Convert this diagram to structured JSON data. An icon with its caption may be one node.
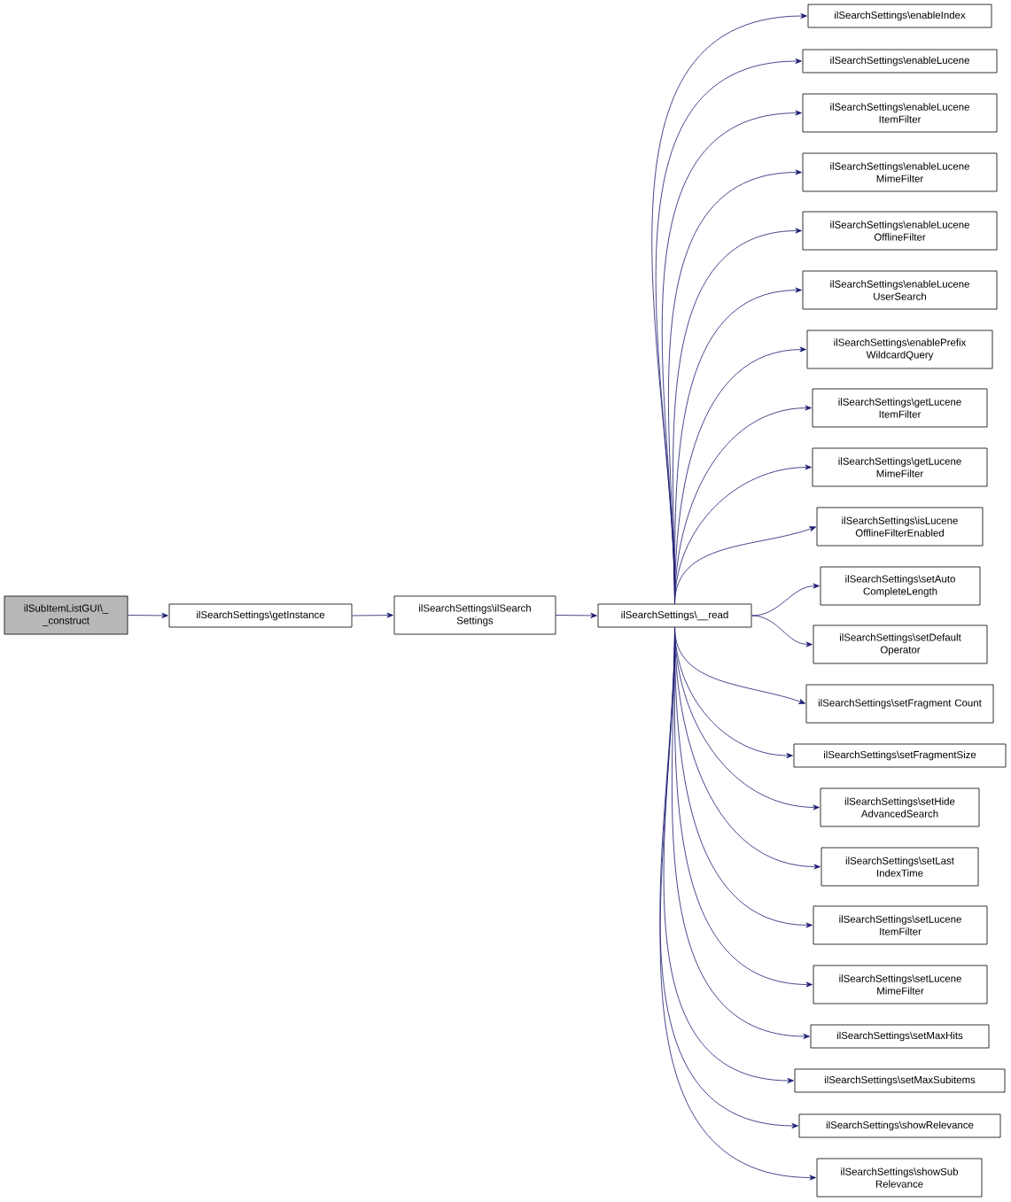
{
  "diagram": {
    "nodes": [
      {
        "text": [
          "ilSubItemListGUI\\_ _construct"
        ]
      },
      {
        "text": [
          "ilSearchSettings\\getInstance"
        ]
      },
      {
        "text": [
          "ilSearchSettings\\ilSearch Settings"
        ]
      },
      {
        "text": [
          "ilSearchSettings\\__read"
        ]
      },
      {
        "text": [
          "ilSearchSettings\\enableIndex"
        ]
      },
      {
        "text": [
          "ilSearchSettings\\enableLucene"
        ]
      },
      {
        "text": [
          "ilSearchSettings\\enableLucene ItemFilter"
        ]
      },
      {
        "text": [
          "ilSearchSettings\\enableLucene MimeFilter"
        ]
      },
      {
        "text": [
          "ilSearchSettings\\enableLucene OfflineFilter"
        ]
      },
      {
        "text": [
          "ilSearchSettings\\enableLucene UserSearch"
        ]
      },
      {
        "text": [
          "ilSearchSettings\\enablePrefix WildcardQuery"
        ]
      },
      {
        "text": [
          "ilSearchSettings\\getLucene ItemFilter"
        ]
      },
      {
        "text": [
          "ilSearchSettings\\getLucene MimeFilter"
        ]
      },
      {
        "text": [
          "ilSearchSettings\\isLucene OfflineFilterEnabled"
        ]
      },
      {
        "text": [
          "ilSearchSettings\\setAuto CompleteLength"
        ]
      },
      {
        "text": [
          "ilSearchSettings\\setDefault Operator"
        ]
      },
      {
        "text": [
          "ilSearchSettings\\setFragment Count"
        ]
      },
      {
        "text": [
          "ilSearchSettings\\setFragmentSize"
        ]
      },
      {
        "text": [
          "ilSearchSettings\\setHide AdvancedSearch"
        ]
      },
      {
        "text": [
          "ilSearchSettings\\setLast IndexTime"
        ]
      },
      {
        "text": [
          "ilSearchSettings\\setLucene ItemFilter"
        ]
      },
      {
        "text": [
          "ilSearchSettings\\setLucene MimeFilter"
        ]
      },
      {
        "text": [
          "ilSearchSettings\\setMaxHits"
        ]
      },
      {
        "text": [
          "ilSearchSettings\\setMaxSubitems"
        ]
      },
      {
        "text": [
          "ilSearchSettings\\showRelevance"
        ]
      },
      {
        "text": [
          "ilSearchSettings\\showSub Relevance"
        ]
      }
    ],
    "edges": [
      {
        "from": 0,
        "to": 1,
        "arrow": "to"
      },
      {
        "from": 1,
        "to": 2,
        "arrow": "to"
      },
      {
        "from": 2,
        "to": 3,
        "arrow": "to"
      },
      {
        "from": 3,
        "to": 4,
        "arrow": "to"
      },
      {
        "from": 3,
        "to": 5,
        "arrow": "to"
      },
      {
        "from": 3,
        "to": 6,
        "arrow": "to"
      },
      {
        "from": 3,
        "to": 7,
        "arrow": "to"
      },
      {
        "from": 3,
        "to": 8,
        "arrow": "to"
      },
      {
        "from": 3,
        "to": 9,
        "arrow": "to"
      },
      {
        "from": 3,
        "to": 10,
        "arrow": "to"
      },
      {
        "from": 3,
        "to": 11,
        "arrow": "to"
      },
      {
        "from": 3,
        "to": 12,
        "arrow": "to"
      },
      {
        "from": 3,
        "to": 13,
        "arrow": "to"
      },
      {
        "from": 3,
        "to": 14,
        "arrow": "to"
      },
      {
        "from": 3,
        "to": 15,
        "arrow": "to"
      },
      {
        "from": 3,
        "to": 16,
        "arrow": "to"
      },
      {
        "from": 3,
        "to": 17,
        "arrow": "to"
      },
      {
        "from": 3,
        "to": 18,
        "arrow": "to"
      },
      {
        "from": 3,
        "to": 19,
        "arrow": "to"
      },
      {
        "from": 3,
        "to": 20,
        "arrow": "to"
      },
      {
        "from": 3,
        "to": 21,
        "arrow": "to"
      },
      {
        "from": 3,
        "to": 22,
        "arrow": "to"
      },
      {
        "from": 3,
        "to": 23,
        "arrow": "to"
      },
      {
        "from": 3,
        "to": 24,
        "arrow": "to"
      },
      {
        "from": 3,
        "to": 25,
        "arrow": "to"
      }
    ]
  }
}
